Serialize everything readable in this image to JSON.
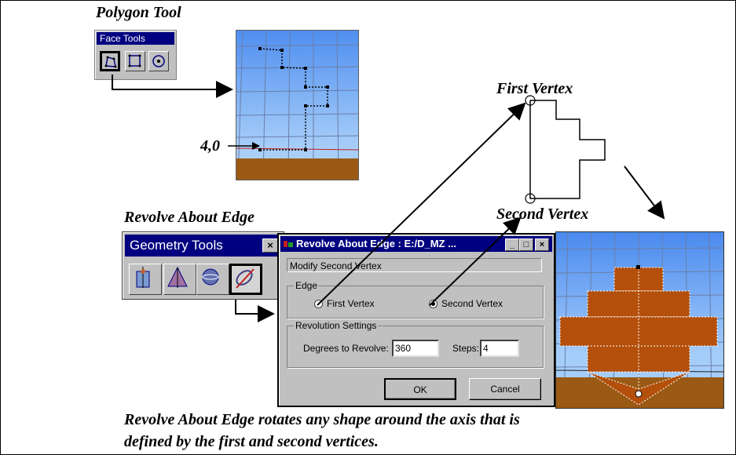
{
  "labels": {
    "polygon_tool": "Polygon Tool",
    "first_vertex": "First Vertex",
    "second_vertex": "Second Vertex",
    "revolve_about_edge": "Revolve About Edge",
    "coord_label": "4,0",
    "caption_line1": "Revolve About Edge rotates any shape around the axis that is",
    "caption_line2": "defined by the first and second vertices."
  },
  "face_tools": {
    "title": "Face Tools",
    "buttons": [
      {
        "icon": "polygon-icon",
        "selected": true
      },
      {
        "icon": "rectangle-icon",
        "selected": false
      },
      {
        "icon": "circle-icon",
        "selected": false
      }
    ]
  },
  "geometry_tools": {
    "title": "Geometry Tools",
    "close_label": "×",
    "buttons": [
      {
        "icon": "extrude-icon",
        "selected": false
      },
      {
        "icon": "cone-icon",
        "selected": false
      },
      {
        "icon": "sphere-icon",
        "selected": false
      },
      {
        "icon": "revolve-icon",
        "selected": true
      }
    ]
  },
  "dialog": {
    "title": "Revolve About Edge : E:/D_MZ ...",
    "status": "Modify Second Vertex",
    "edge_group": "Edge",
    "first_vertex_option": "First Vertex",
    "second_vertex_option": "Second Vertex",
    "selected_option": "Second Vertex",
    "revolution_group": "Revolution Settings",
    "degrees_label": "Degrees to Revolve:",
    "degrees_value": "360",
    "steps_label": "Steps:",
    "steps_value": "4",
    "ok_label": "OK",
    "cancel_label": "Cancel",
    "minimize_label": "_",
    "maximize_label": "□",
    "close_label": "×"
  },
  "colors": {
    "sky_top": "#4f8ff0",
    "ground": "#9a5a14",
    "shape_fill": "#b4500c",
    "title_bar": "#000080"
  }
}
